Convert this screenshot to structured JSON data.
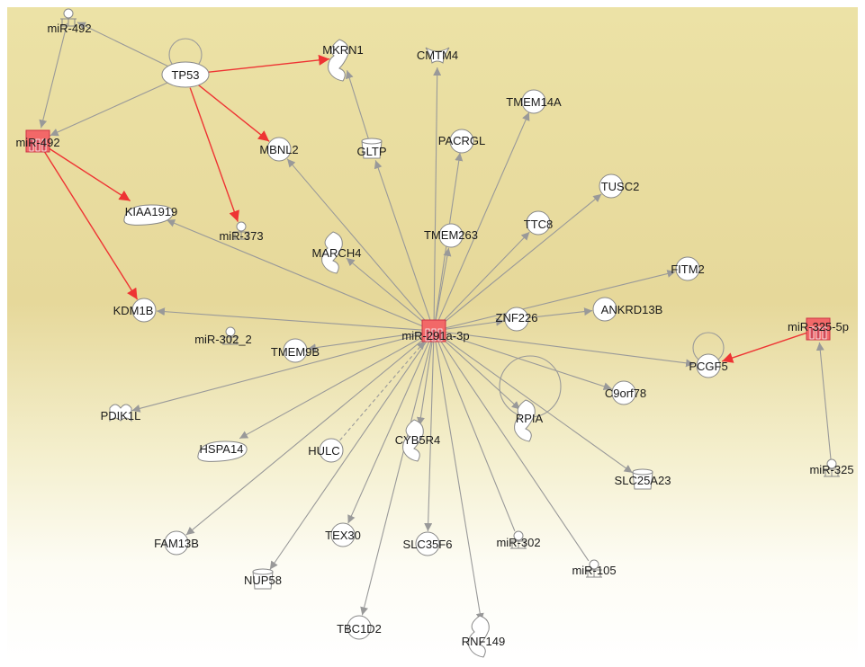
{
  "colors": {
    "edge": "#999999",
    "regulation_edge": "#ee3333",
    "node_fill": "#ffffff",
    "node_stroke": "#888888",
    "highlight_fill": "#f26868",
    "highlight_stroke": "#cc3344"
  },
  "nodes": [
    {
      "id": "mir492-top",
      "label": "miR-492",
      "shape": "mirna"
    },
    {
      "id": "tp53",
      "label": "TP53",
      "shape": "ellipse"
    },
    {
      "id": "mkrn1",
      "label": "MKRN1",
      "shape": "enzyme"
    },
    {
      "id": "cmtm4",
      "label": "CMTM4",
      "shape": "other"
    },
    {
      "id": "tmem14a",
      "label": "TMEM14A",
      "shape": "circle"
    },
    {
      "id": "mir492",
      "label": "miR-492",
      "shape": "mirna-highlight"
    },
    {
      "id": "mbnl2",
      "label": "MBNL2",
      "shape": "circle"
    },
    {
      "id": "gltp",
      "label": "GLTP",
      "shape": "transporter"
    },
    {
      "id": "pacrgl",
      "label": "PACRGL",
      "shape": "circle"
    },
    {
      "id": "tusc2",
      "label": "TUSC2",
      "shape": "circle"
    },
    {
      "id": "kiaa1919",
      "label": "KIAA1919",
      "shape": "transporter-flat"
    },
    {
      "id": "mir373",
      "label": "miR-373",
      "shape": "mirna"
    },
    {
      "id": "tmem263",
      "label": "TMEM263",
      "shape": "circle"
    },
    {
      "id": "ttc8",
      "label": "TTC8",
      "shape": "circle"
    },
    {
      "id": "march4",
      "label": "MARCH4",
      "shape": "enzyme"
    },
    {
      "id": "fitm2",
      "label": "FITM2",
      "shape": "circle"
    },
    {
      "id": "kdm1b",
      "label": "KDM1B",
      "shape": "circle"
    },
    {
      "id": "znf226",
      "label": "ZNF226",
      "shape": "circle"
    },
    {
      "id": "ankrd13b",
      "label": "ANKRD13B",
      "shape": "circle"
    },
    {
      "id": "mir302_2",
      "label": "miR-302_2",
      "shape": "mirna"
    },
    {
      "id": "mir291",
      "label": "miR-291a-3p",
      "shape": "mirna-highlight"
    },
    {
      "id": "mir325_5p",
      "label": "miR-325-5p",
      "shape": "mirna-highlight"
    },
    {
      "id": "tmem9b",
      "label": "TMEM9B",
      "shape": "circle"
    },
    {
      "id": "pcgf5",
      "label": "PCGF5",
      "shape": "circle"
    },
    {
      "id": "c9orf78",
      "label": "C9orf78",
      "shape": "circle"
    },
    {
      "id": "pdik1l",
      "label": "PDIK1L",
      "shape": "kinase"
    },
    {
      "id": "rpia",
      "label": "RPIA",
      "shape": "enzyme"
    },
    {
      "id": "hspa14",
      "label": "HSPA14",
      "shape": "transporter-flat"
    },
    {
      "id": "hulc",
      "label": "HULC",
      "shape": "circle"
    },
    {
      "id": "cyb5r4",
      "label": "CYB5R4",
      "shape": "enzyme"
    },
    {
      "id": "mir325",
      "label": "miR-325",
      "shape": "mirna"
    },
    {
      "id": "slc25a23",
      "label": "SLC25A23",
      "shape": "transporter"
    },
    {
      "id": "fam13b",
      "label": "FAM13B",
      "shape": "circle"
    },
    {
      "id": "tex30",
      "label": "TEX30",
      "shape": "circle"
    },
    {
      "id": "slc35f6",
      "label": "SLC35F6",
      "shape": "circle"
    },
    {
      "id": "mir302",
      "label": "miR-302",
      "shape": "mirna"
    },
    {
      "id": "mir105",
      "label": "miR-105",
      "shape": "mirna"
    },
    {
      "id": "nup58",
      "label": "NUP58",
      "shape": "transporter"
    },
    {
      "id": "tbc1d2",
      "label": "TBC1D2",
      "shape": "circle"
    },
    {
      "id": "rnf149",
      "label": "RNF149",
      "shape": "enzyme"
    }
  ],
  "edges": [
    {
      "from": "tp53",
      "to": "mir492-top",
      "color": "gray"
    },
    {
      "from": "tp53",
      "to": "tp53",
      "color": "gray",
      "self_loop": true
    },
    {
      "from": "tp53",
      "to": "mkrn1",
      "color": "red"
    },
    {
      "from": "tp53",
      "to": "mbnl2",
      "color": "red"
    },
    {
      "from": "tp53",
      "to": "mir373",
      "color": "red"
    },
    {
      "from": "tp53",
      "to": "mir492",
      "color": "gray"
    },
    {
      "from": "mir492-top",
      "to": "mir492",
      "color": "gray"
    },
    {
      "from": "mir492",
      "to": "kiaa1919",
      "color": "red"
    },
    {
      "from": "mir492",
      "to": "kdm1b",
      "color": "red"
    },
    {
      "from": "mir291",
      "to": "mbnl2",
      "color": "gray"
    },
    {
      "from": "mir291",
      "to": "gltp",
      "color": "gray"
    },
    {
      "from": "mir291",
      "to": "cmtm4",
      "color": "gray"
    },
    {
      "from": "mir291",
      "to": "pacrgl",
      "color": "gray"
    },
    {
      "from": "mir291",
      "to": "tmem14a",
      "color": "gray"
    },
    {
      "from": "mir291",
      "to": "tmem263",
      "color": "gray"
    },
    {
      "from": "mir291",
      "to": "ttc8",
      "color": "gray"
    },
    {
      "from": "mir291",
      "to": "tusc2",
      "color": "gray"
    },
    {
      "from": "mir291",
      "to": "fitm2",
      "color": "gray"
    },
    {
      "from": "mir291",
      "to": "znf226",
      "color": "gray"
    },
    {
      "from": "mir291",
      "to": "pcgf5",
      "color": "gray"
    },
    {
      "from": "mir291",
      "to": "c9orf78",
      "color": "gray"
    },
    {
      "from": "mir291",
      "to": "rpia",
      "color": "gray"
    },
    {
      "from": "mir291",
      "to": "slc25a23",
      "color": "gray"
    },
    {
      "from": "mir291",
      "to": "mir105",
      "color": "gray",
      "no_arrow": true
    },
    {
      "from": "mir291",
      "to": "mir302",
      "color": "gray",
      "no_arrow": true
    },
    {
      "from": "mir291",
      "to": "rnf149",
      "color": "gray"
    },
    {
      "from": "mir291",
      "to": "slc35f6",
      "color": "gray"
    },
    {
      "from": "mir291",
      "to": "cyb5r4",
      "color": "gray"
    },
    {
      "from": "mir291",
      "to": "tbc1d2",
      "color": "gray"
    },
    {
      "from": "mir291",
      "to": "tex30",
      "color": "gray"
    },
    {
      "from": "mir291",
      "to": "nup58",
      "color": "gray"
    },
    {
      "from": "mir291",
      "to": "fam13b",
      "color": "gray"
    },
    {
      "from": "mir291",
      "to": "hspa14",
      "color": "gray"
    },
    {
      "from": "mir291",
      "to": "pdik1l",
      "color": "gray"
    },
    {
      "from": "mir291",
      "to": "tmem9b",
      "color": "gray"
    },
    {
      "from": "mir291",
      "to": "kdm1b",
      "color": "gray"
    },
    {
      "from": "mir291",
      "to": "kiaa1919",
      "color": "gray"
    },
    {
      "from": "mir291",
      "to": "march4",
      "color": "gray"
    },
    {
      "from": "hulc",
      "to": "mir291",
      "color": "gray",
      "dashed": true
    },
    {
      "from": "znf226",
      "to": "ankrd13b",
      "color": "gray"
    },
    {
      "from": "gltp",
      "to": "mkrn1",
      "color": "gray"
    },
    {
      "from": "mir325_5p",
      "to": "pcgf5",
      "color": "red"
    },
    {
      "from": "mir325",
      "to": "mir325_5p",
      "color": "gray"
    },
    {
      "from": "pcgf5",
      "to": "pcgf5",
      "color": "gray",
      "self_loop": true
    },
    {
      "from": "rpia",
      "to": "rpia",
      "color": "gray",
      "self_loop": true
    }
  ]
}
